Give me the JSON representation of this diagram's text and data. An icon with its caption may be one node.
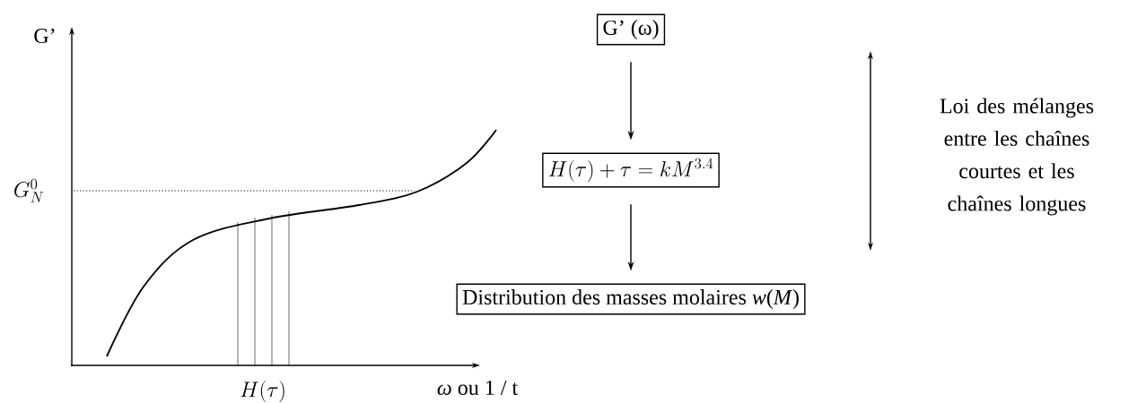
{
  "diagram": {
    "nodes": [
      {
        "text": [
          "G’ (ω)"
        ]
      },
      {
        "text": [
          "H(\\tau) + \\tau = kM^{3.4}"
        ]
      },
      {
        "text": [
          "Distribution des masses molaires *w*(*M*)"
        ]
      }
    ],
    "edges": [
      {
        "from": 0,
        "to": 1,
        "arrow": "to"
      },
      {
        "from": 1,
        "to": 2,
        "arrow": "to"
      }
    ],
    "labels": [
      "G’",
      "G_N^0",
      "H(\\tau)",
      "*ω* ou 1 / t",
      "Loi des mélanges entre les chaînes courtes et les chaînes longues"
    ]
  }
}
